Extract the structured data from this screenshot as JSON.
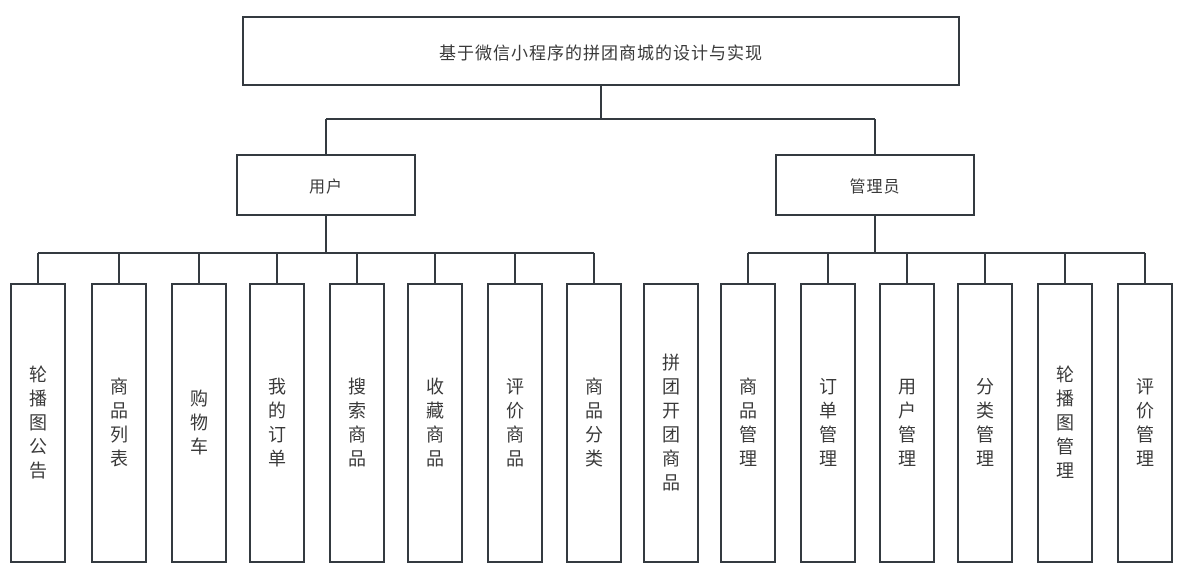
{
  "diagram": {
    "root": {
      "label": "基于微信小程序的拼团商城的设计与实现"
    },
    "branches": [
      {
        "label": "用户",
        "children": [
          {
            "label": "轮播图公告",
            "connected": true
          },
          {
            "label": "商品列表",
            "connected": true
          },
          {
            "label": "购物车",
            "connected": true
          },
          {
            "label": "我的订单",
            "connected": true
          },
          {
            "label": "搜索商品",
            "connected": true
          },
          {
            "label": "收藏商品",
            "connected": true
          },
          {
            "label": "评价商品",
            "connected": true
          },
          {
            "label": "商品分类",
            "connected": true
          },
          {
            "label": "拼团开团商品",
            "connected": false
          }
        ]
      },
      {
        "label": "管理员",
        "children": [
          {
            "label": "商品管理",
            "connected": true
          },
          {
            "label": "订单管理",
            "connected": true
          },
          {
            "label": "用户管理",
            "connected": true
          },
          {
            "label": "分类管理",
            "connected": true
          },
          {
            "label": "轮播图管理",
            "connected": true
          },
          {
            "label": "评价管理",
            "connected": true
          }
        ]
      }
    ],
    "colors": {
      "line": "#343a40",
      "text": "#3a3a3a",
      "background": "#ffffff"
    }
  }
}
